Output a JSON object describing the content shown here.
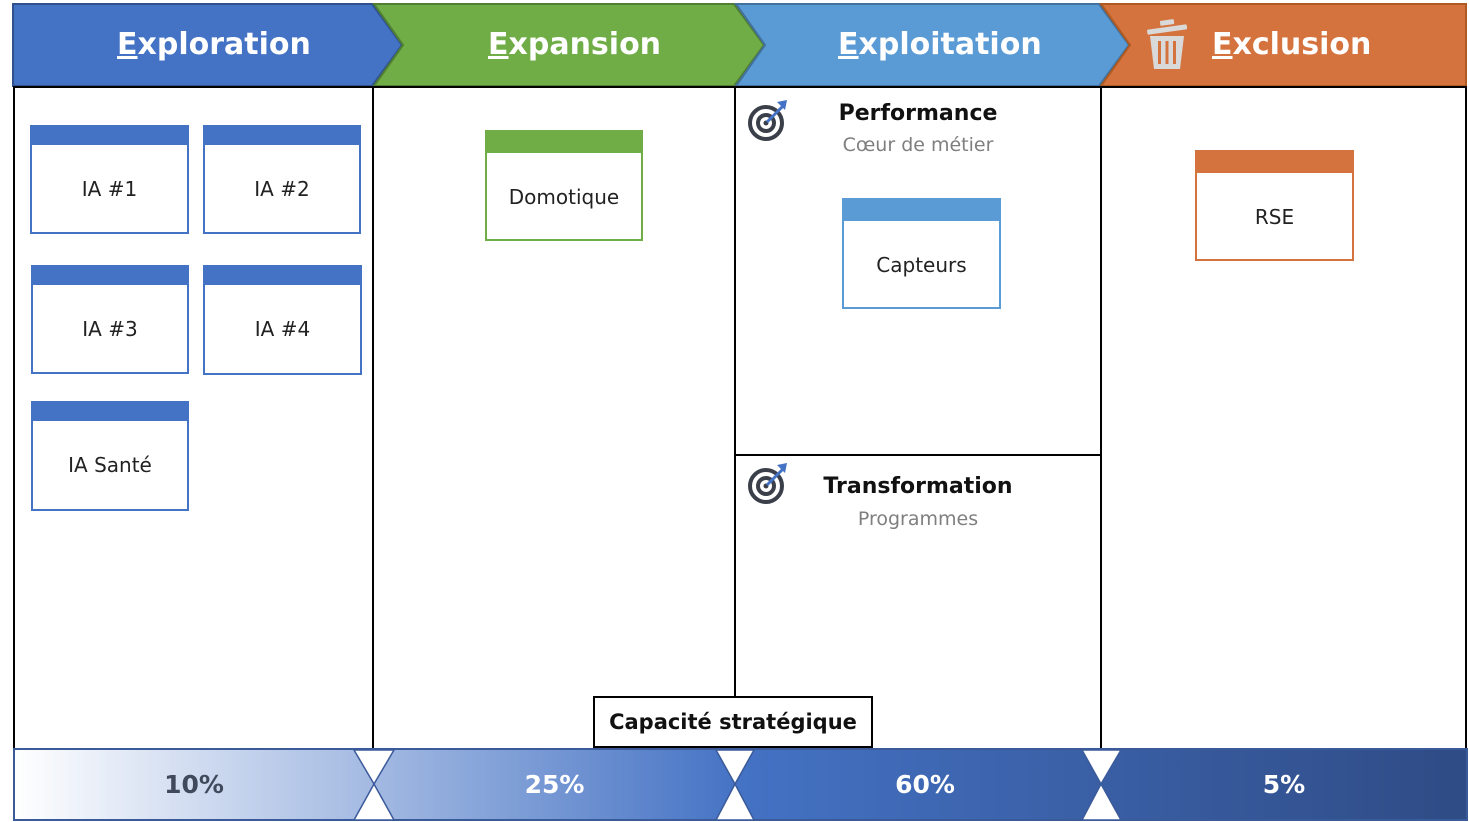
{
  "phases": [
    {
      "label": "Exploration",
      "color": "#4472c4"
    },
    {
      "label": "Expansion",
      "color": "#70ad47"
    },
    {
      "label": "Exploitation",
      "color": "#5b9bd5"
    },
    {
      "label": "Exclusion",
      "color": "#d5733e",
      "icon": "trash-icon"
    }
  ],
  "exploration": {
    "cards": [
      "IA #1",
      "IA #2",
      "IA #3",
      "IA #4",
      "IA Santé"
    ]
  },
  "expansion": {
    "cards": [
      "Domotique"
    ]
  },
  "exploitation": {
    "performance": {
      "title": "Performance",
      "subtitle": "Cœur de métier",
      "icon": "target-arrow-icon",
      "cards": [
        "Capteurs"
      ]
    },
    "transformation": {
      "title": "Transformation",
      "subtitle": "Programmes",
      "icon": "target-arrow-icon"
    }
  },
  "exclusion": {
    "cards": [
      "RSE"
    ]
  },
  "capacity": {
    "label": "Capacité stratégique",
    "segments": [
      "10%",
      "25%",
      "60%",
      "5%"
    ],
    "gradient_colors": [
      "#ffffff",
      "#4472c4",
      "#2f4b85"
    ]
  }
}
